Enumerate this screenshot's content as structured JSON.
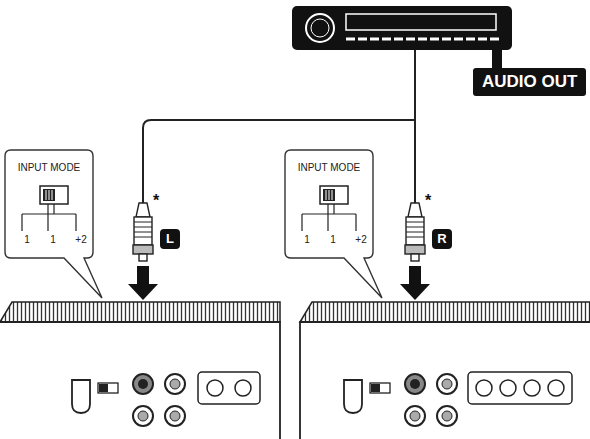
{
  "diagram": {
    "nodes": [
      {
        "text": [
          "AUDIO OUT"
        ]
      },
      {
        "text": [
          "INPUT MODE",
          "1",
          "1",
          "+2"
        ]
      },
      {
        "text": [
          "L"
        ]
      },
      {
        "text": [
          "INPUT MODE",
          "1",
          "1",
          "+2"
        ]
      },
      {
        "text": [
          "R"
        ]
      }
    ],
    "labels": [
      "*",
      "*"
    ]
  }
}
